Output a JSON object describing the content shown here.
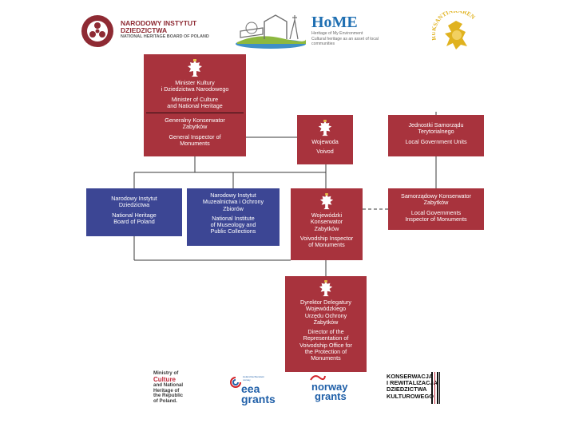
{
  "logos_top": {
    "nid": {
      "line1": "NARODOWY INSTYTUT",
      "line2": "DZIEDZICTWA",
      "line3": "NATIONAL HERITAGE BOARD OF POLAND"
    },
    "home": {
      "title": "HoME",
      "line1": "Heritage of My Environment",
      "line2": "Cultural heritage as an asset of local",
      "line3": "communities"
    },
    "ruksantin": {
      "text": "RUKSANTINKAREN"
    }
  },
  "boxes": {
    "minister": {
      "pl1": "Minister Kultury",
      "pl2": "i Dziedzictwa Narodowego",
      "en1": "Minister of Culture",
      "en2": "and National Heritage",
      "gen_pl1": "Generalny Konserwator",
      "gen_pl2": "Zabytków",
      "gen_en1": "General Inspector of",
      "gen_en2": "Monuments"
    },
    "wojewoda": {
      "pl": "Wojewoda",
      "en": "Voivod"
    },
    "jst": {
      "pl1": "Jednostki Samorządu",
      "pl2": "Terytorialnego",
      "en": "Local Government Units"
    },
    "nid": {
      "pl1": "Narodowy Instytut",
      "pl2": "Dziedzictwa",
      "en1": "National Heritage",
      "en2": "Board of Poland"
    },
    "nimoz": {
      "pl1": "Narodowy Instytut",
      "pl2": "Muzealnictwa i Ochrony",
      "pl3": "Zbiorów",
      "en1": "National Institute",
      "en2": "of Museology and",
      "en3": "Public Collections"
    },
    "wkz": {
      "pl1": "Wojewódzki",
      "pl2": "Konserwator",
      "pl3": "Zabytków",
      "en1": "Voivodship Inspector",
      "en2": "of Monuments"
    },
    "skz": {
      "pl1": "Samorządowy Konserwator",
      "pl2": "Zabytków",
      "en1": "Local Governments",
      "en2": "Inspector of Monuments"
    },
    "director": {
      "pl1": "Dyrektor Delegatury",
      "pl2": "Wojewódzkiego",
      "pl3": "Urzędu Ochrony",
      "pl4": "Zabytków",
      "en1": "Director of the",
      "en2": "Representation of",
      "en3": "Voivodship Office for",
      "en4": "the Protection of",
      "en5": "Monuments"
    }
  },
  "logos_bottom": {
    "ministry": {
      "l1": "Ministry of",
      "l2": "Culture",
      "l3": "and National",
      "l4": "Heritage of",
      "l5": "the Republic",
      "l6": "of Poland."
    },
    "eea": {
      "small": "iceland liechtenstein norway",
      "l1": "eea",
      "l2": "grants"
    },
    "norway": {
      "l1": "norway",
      "l2": "grants"
    },
    "konserwacja": {
      "l1": "KONSERWACJA",
      "l2": "I REWITALIZACJA",
      "l3": "DZIEDZICTWA",
      "l4": "KULTUROWEGO"
    }
  },
  "colors": {
    "box_red": "#a8333d",
    "box_blue": "#3c4694",
    "lines": "#3a3a3a",
    "nid_logo": "#8e2a33",
    "gold": "#e0b21f"
  }
}
